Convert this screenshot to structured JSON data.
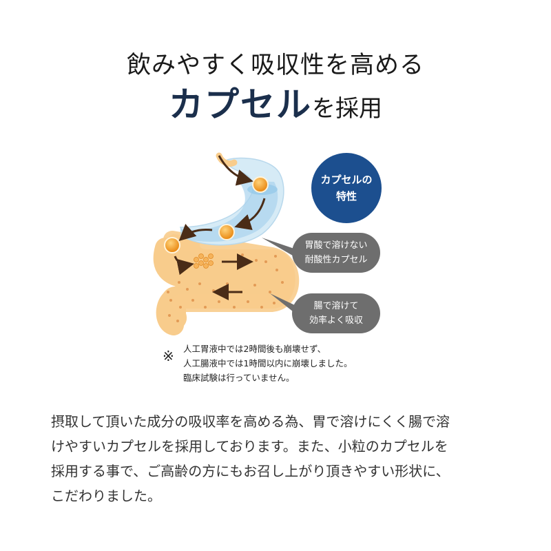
{
  "heading": {
    "line1": "飲みやすく吸収性を高める",
    "line2_big": "カプセル",
    "line2_small": "を採用"
  },
  "diagram": {
    "badge": {
      "line1": "カプセルの",
      "line2": "特性"
    },
    "callout_stomach": {
      "line1": "胃酸で溶けない",
      "line2": "耐酸性カプセル"
    },
    "callout_intestine": {
      "line1": "腸で溶けて",
      "line2": "効率よく吸収"
    },
    "colors": {
      "stomach": "#d6ebf6",
      "intestine": "#f8cc8c",
      "capsule": "#f29a1e",
      "arrow": "#4a2c17",
      "badge": "#1c4f8f",
      "callout": "#6e6e6e"
    }
  },
  "note": {
    "mark": "※",
    "lines": [
      "人工胃液中では2時間後も崩壊せず、",
      "人工腸液中では1時間以内に崩壊しました。",
      "臨床試験は行っていません。"
    ]
  },
  "body": {
    "lines": [
      "摂取して頂いた成分の吸収率を高める為、胃で溶けにくく腸で溶",
      "けやすいカプセルを採用しております。また、小粒のカプセルを",
      "採用する事で、ご高齢の方にもお召し上がり頂きやすい形状に、",
      "こだわりました。"
    ]
  }
}
